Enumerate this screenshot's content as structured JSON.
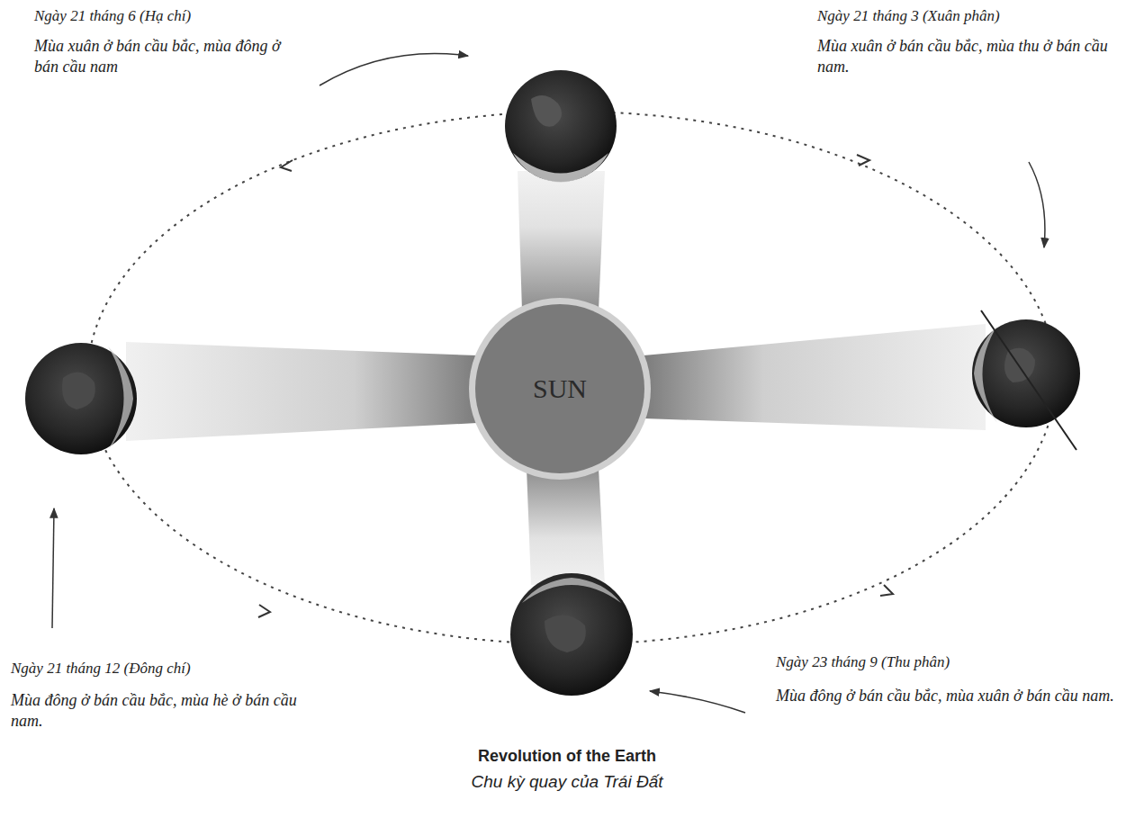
{
  "diagram": {
    "title": "Revolution of the Earth",
    "caption": "Chu kỳ quay của Trái Đất",
    "nodes": [
      {
        "text": [
          "SUN"
        ]
      }
    ],
    "labels": [
      "Ngày 21 tháng 6 (Hạ chí)",
      "Mùa xuân ở bán cầu bắc, mùa đông ở bán cầu nam",
      "Ngày 21 tháng 3 (Xuân phân)",
      "Mùa xuân ở bán cầu bắc, mùa thu ở bán cầu nam.",
      "Ngày 21 tháng 12 (Đông chí)",
      "Mùa đông ở bán cầu bắc, mùa hè ở bán cầu nam.",
      "Ngày 23 tháng 9 (Thu phân)",
      "Mùa đông ở bán cầu bắc, mùa xuân ở bán cầu nam."
    ]
  }
}
